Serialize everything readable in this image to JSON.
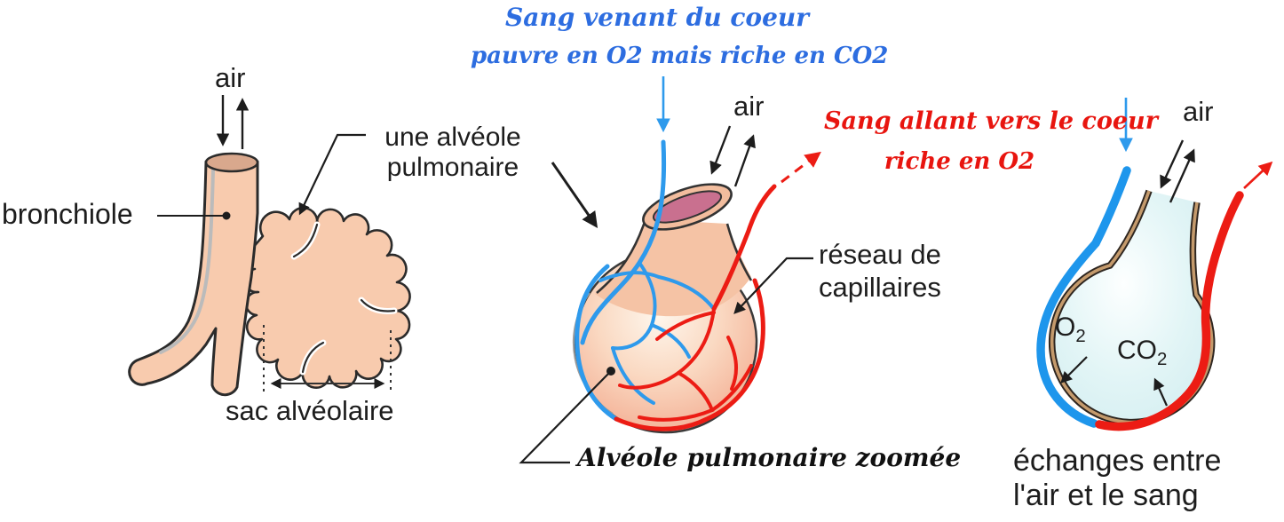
{
  "left_panel": {
    "air_label": "air",
    "bronchiole_label": "bronchiole",
    "alveole_label_line1": "une alvéole",
    "alveole_label_line2": "pulmonaire",
    "sac_label": "sac alvéolaire"
  },
  "middle_panel": {
    "blue_caption_line1": "Sang venant du coeur",
    "blue_caption_line2": "pauvre en O2 mais riche en CO2",
    "air_label": "air",
    "red_caption_line1": "Sang allant vers le coeur",
    "red_caption_line2": "riche en O2",
    "capillary_label_line1": "réseau de",
    "capillary_label_line2": "capillaires",
    "zoom_label": "Alvéole pulmonaire zoomée"
  },
  "right_panel": {
    "air_label": "air",
    "o2_main": "O",
    "o2_sub": "2",
    "co2_main": "CO",
    "co2_sub": "2",
    "caption_line1": "échanges entre",
    "caption_line2": "l'air et le sang"
  },
  "colors": {
    "flesh": "#F8CBAE",
    "flesh_dark": "#D9A88D",
    "outline": "#2b2b2b",
    "blood_blue": "#2E9AEC",
    "blood_red": "#EC1C14",
    "script_blue": "#2d6de0",
    "script_red": "#e8150f",
    "alveolus_center": "#FEF6EC",
    "alveolus_edge": "#F2A68A",
    "opening_pink": "#C9708F",
    "air_cyan": "#D9F1F4",
    "membrane_tan": "#C49A6C"
  }
}
